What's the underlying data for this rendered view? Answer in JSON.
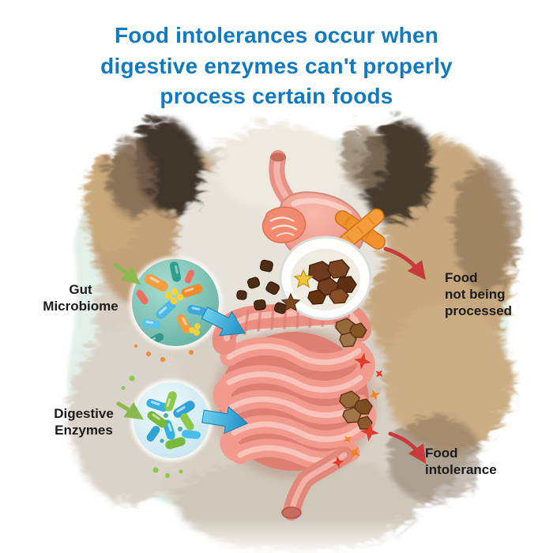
{
  "title": {
    "lines": [
      "Food intolerances occur when",
      "digestive enzymes can't properly",
      "process certain foods"
    ]
  },
  "annotations": {
    "gut_microbiome": {
      "lines": [
        "Gut",
        "Microbiome"
      ]
    },
    "digestive_enzymes": {
      "lines": [
        "Digestive",
        "Enzymes"
      ]
    },
    "food_not_processed": {
      "lines": [
        "Food",
        "not being",
        "processed"
      ]
    },
    "food_intolerance": {
      "lines": [
        "Food",
        "intolerance"
      ]
    }
  },
  "illustration": {
    "elements": [
      "dog-lying-on-back",
      "esophagus",
      "stomach",
      "salmon-fillet",
      "carrot-sticks",
      "bowl-of-wet-dog-food",
      "star-treat",
      "kibble-pieces",
      "large-intestine",
      "small-intestine",
      "rectum",
      "undigested-food-chunks",
      "irritation-sparks",
      "gut-bacteria-magnifier",
      "digestive-enzymes-magnifier",
      "flow-arrow-microbiome",
      "flow-arrow-enzymes"
    ]
  },
  "colors": {
    "title_blue": "#127abf",
    "label_text": "#1c1c1c",
    "callout_green": "#8cb94f",
    "callout_red": "#c8393b",
    "flow_blue": "#2aa6de",
    "intestine_pink": "#f0978b",
    "microbiome_teal": "#6db9aa",
    "enzyme_blue": "#38b0e2",
    "enzyme_green": "#8cc84b",
    "background_mint": "#e3f0e9"
  }
}
